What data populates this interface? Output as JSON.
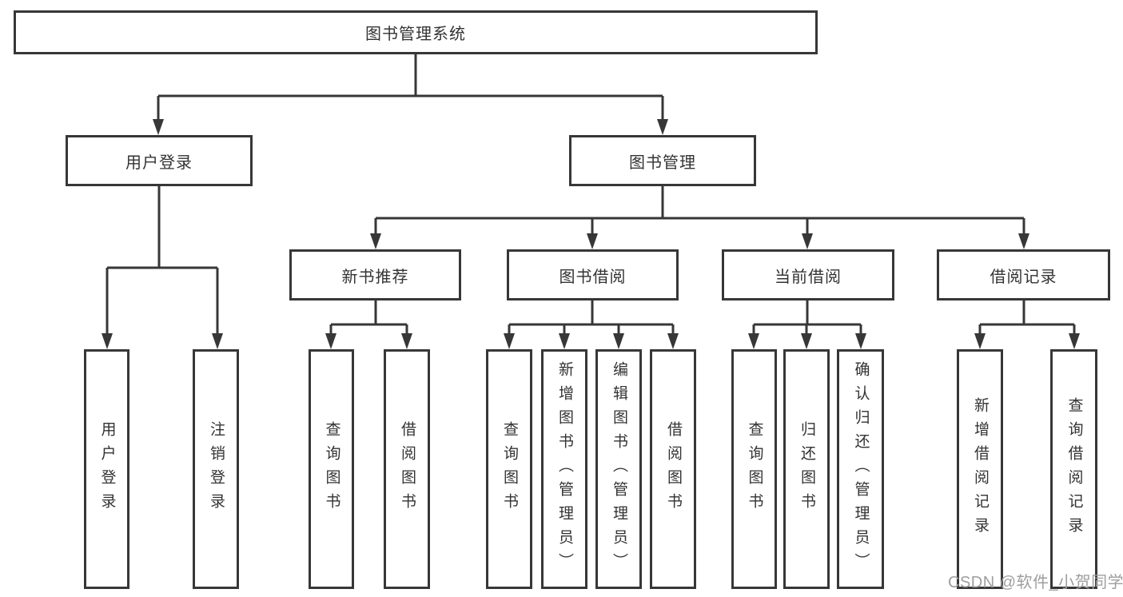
{
  "diagram": {
    "root": {
      "label": "图书管理系统",
      "children": [
        {
          "label": "用户登录",
          "children": [
            {
              "label": "用户登录"
            },
            {
              "label": "注销登录"
            }
          ]
        },
        {
          "label": "图书管理",
          "children": [
            {
              "label": "新书推荐",
              "children": [
                {
                  "label": "查询图书"
                },
                {
                  "label": "借阅图书"
                }
              ]
            },
            {
              "label": "图书借阅",
              "children": [
                {
                  "label": "查询图书"
                },
                {
                  "label": "新增图书（管理员）"
                },
                {
                  "label": "编辑图书（管理员）"
                },
                {
                  "label": "借阅图书"
                }
              ]
            },
            {
              "label": "当前借阅",
              "children": [
                {
                  "label": "查询图书"
                },
                {
                  "label": "归还图书"
                },
                {
                  "label": "确认归还（管理员）"
                }
              ]
            },
            {
              "label": "借阅记录",
              "children": [
                {
                  "label": "新增借阅记录"
                },
                {
                  "label": "查询借阅记录"
                }
              ]
            }
          ]
        }
      ]
    }
  },
  "watermark": {
    "text": "CSDN @软件_小贺同学"
  },
  "colors": {
    "line": "#373737",
    "text": "#333333",
    "watermark": "#9e9e9e",
    "background": "#ffffff"
  }
}
